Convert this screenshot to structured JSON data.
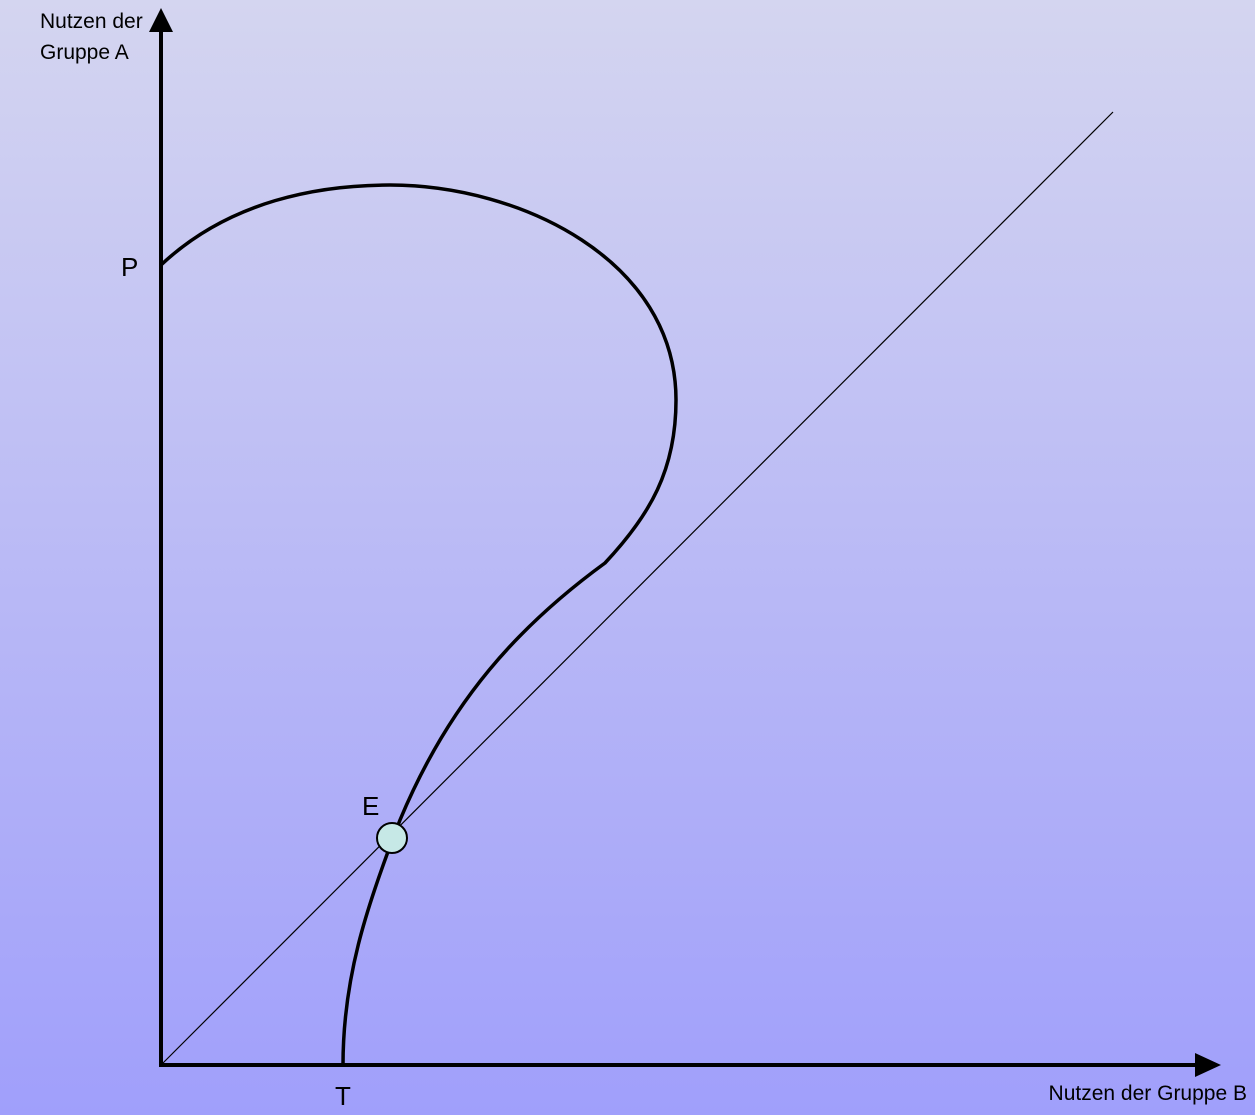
{
  "diagram": {
    "y_axis_label_line1": "Nutzen der",
    "y_axis_label_line2": "Gruppe A",
    "x_axis_label": "Nutzen der Gruppe B",
    "point_P": "P",
    "point_T": "T",
    "point_E": "E"
  },
  "colors": {
    "background_top": "#d4d5f0",
    "background_bottom": "#a09ffb",
    "marker_fill": "#c6e8e6",
    "line": "#000000"
  }
}
